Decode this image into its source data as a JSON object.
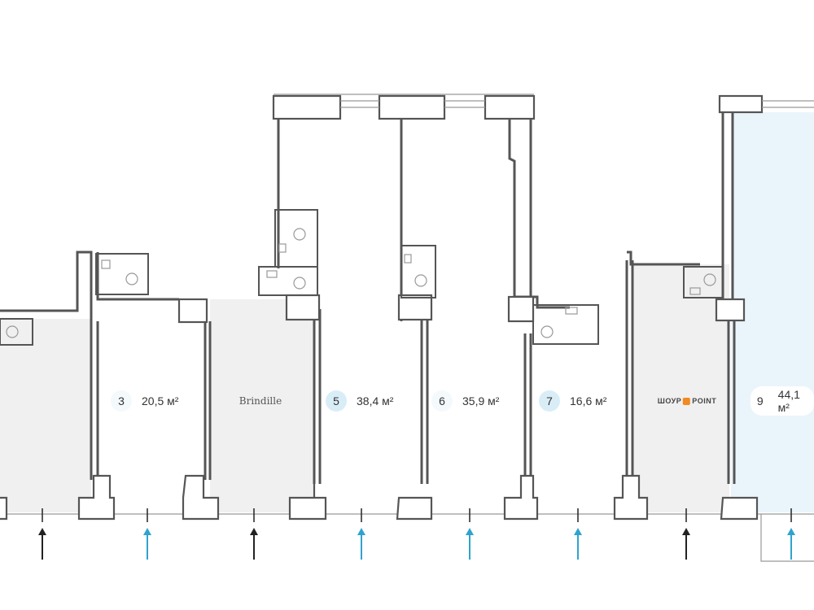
{
  "colors": {
    "occupied_fill": "#f0f0f0",
    "selected_fill": "#eaf5fb",
    "available_arrow": "#2fa3cf",
    "occupied_arrow": "#222222",
    "wall": "#555555"
  },
  "units": [
    {
      "number": "3",
      "area": "20,5 м²",
      "status": "available"
    },
    {
      "tenant": "Brindille",
      "status": "occupied"
    },
    {
      "number": "5",
      "area": "38,4 м²",
      "status": "available"
    },
    {
      "number": "6",
      "area": "35,9 м²",
      "status": "available"
    },
    {
      "number": "7",
      "area": "16,6 м²",
      "status": "available"
    },
    {
      "tenant_left": "ШОУР",
      "tenant_right": "POINT",
      "status": "occupied"
    },
    {
      "number": "9",
      "area": "44,1 м²",
      "status": "selected"
    }
  ],
  "entrances": [
    "occupied",
    "available",
    "occupied",
    "available",
    "available",
    "available",
    "occupied",
    "available"
  ]
}
